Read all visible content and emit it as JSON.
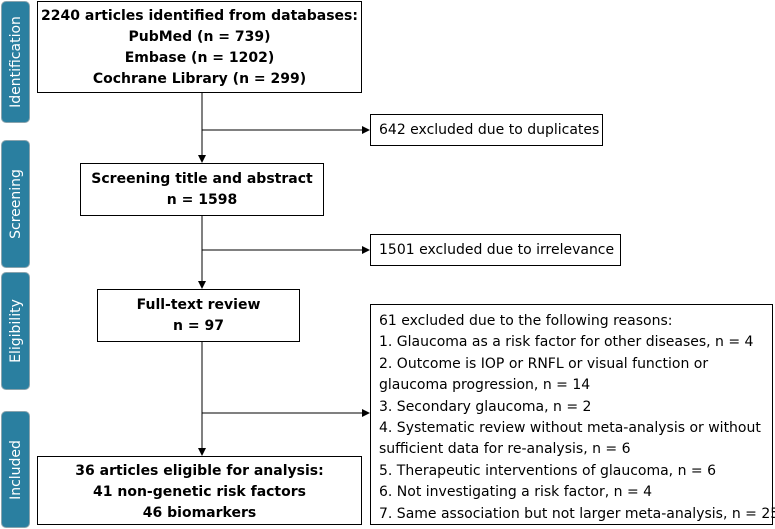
{
  "phases": {
    "identification": "Identification",
    "screening": "Screening",
    "eligibility": "Eligibility",
    "included": "Included"
  },
  "identified": {
    "title": "2240 articles identified from databases:",
    "lines": [
      "PubMed (n = 739)",
      "Embase (n = 1202)",
      "Cochrane Library (n = 299)"
    ]
  },
  "screening": {
    "title": "Screening title and abstract",
    "count": "n = 1598"
  },
  "fulltext": {
    "title": "Full-text review",
    "count": "n = 97"
  },
  "included": {
    "title": "36 articles eligible for analysis:",
    "lines": [
      "41 non-genetic risk factors",
      "46 biomarkers"
    ]
  },
  "excluded_duplicates": "642 excluded due to duplicates",
  "excluded_irrelevance": "1501 excluded due to irrelevance",
  "excluded_reasons": {
    "header": "61 excluded due to the following reasons:",
    "lines": [
      "1. Glaucoma as a risk factor for other diseases, n = 4",
      "2. Outcome is IOP or RNFL or visual function or",
      "glaucoma progression, n = 14",
      "3. Secondary glaucoma, n = 2",
      "4. Systematic review without meta-analysis or without",
      "sufficient data for re-analysis, n = 6",
      "5. Therapeutic interventions of glaucoma, n = 6",
      "6. Not investigating a risk factor, n = 4",
      "7. Same association but not larger meta-analysis, n = 25"
    ]
  }
}
